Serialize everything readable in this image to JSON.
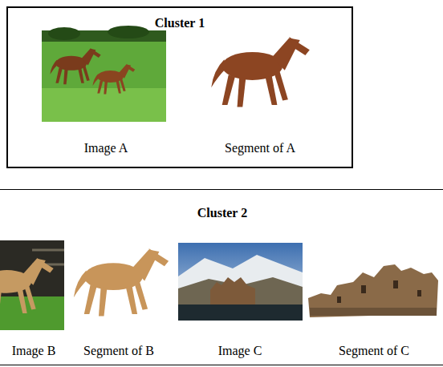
{
  "diagram": {
    "nodes": [
      {
        "text": [
          "Cluster 1",
          "Image A",
          "Segment of A"
        ]
      },
      {
        "text": [
          "Cluster 2",
          "Image B",
          "Segment of B",
          "Image C",
          "Segment of C"
        ]
      }
    ]
  }
}
